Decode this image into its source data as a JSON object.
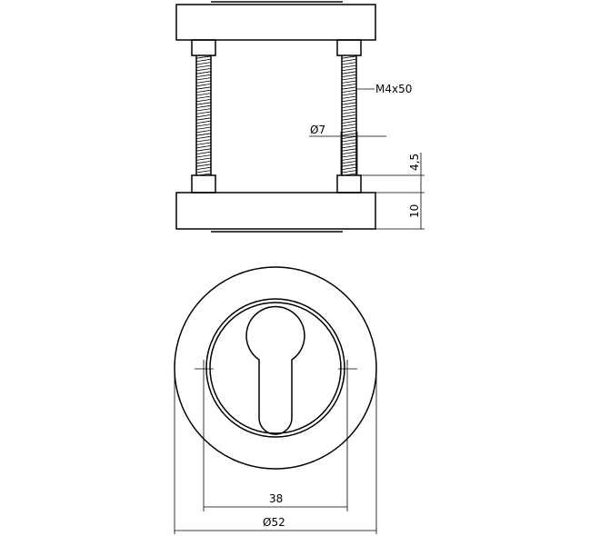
{
  "dimensions": {
    "thread_label": "M4x50",
    "pin_diameter_label": "Ø7",
    "pin_height_label": "4,5",
    "rose_thickness_label": "10",
    "screw_spacing_label": "38",
    "outer_diameter_label": "Ø52"
  }
}
